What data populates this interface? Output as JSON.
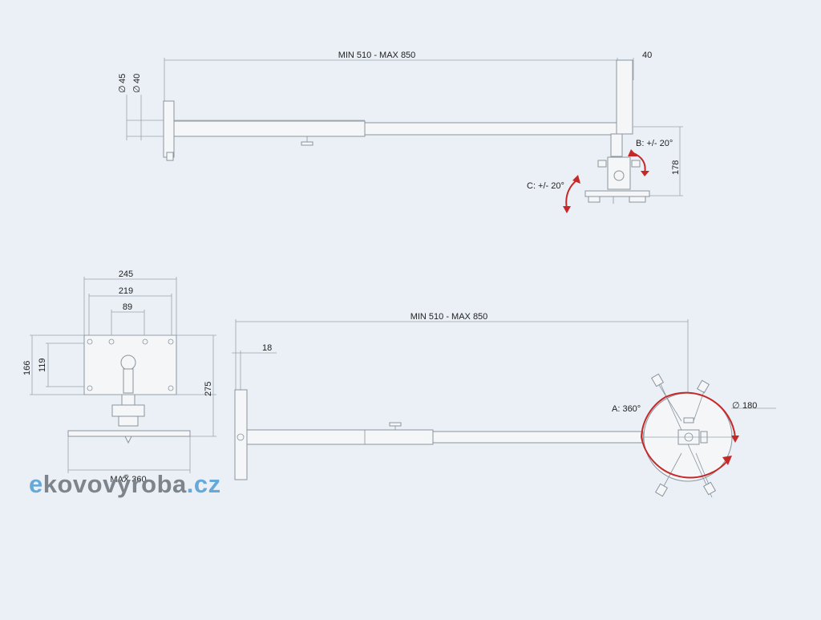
{
  "dimensions": {
    "side_length": "MIN 510 - MAX 850",
    "side_top_gap": "40",
    "dia45": "45",
    "dia40": "40",
    "height178": "178",
    "bottom_length": "MIN 510 - MAX 850",
    "dim18": "18",
    "dim245": "245",
    "dim219": "219",
    "dim89": "89",
    "dim166": "166",
    "dim119": "119",
    "dim275": "275",
    "max360": "MAX 360",
    "dia180": "180"
  },
  "rotations": {
    "a": "A: 360°",
    "b": "B: +/- 20°",
    "c": "C: +/- 20°"
  },
  "symbols": {
    "diameter": "∅"
  },
  "colors": {
    "background": "#eaf0f6",
    "rotation_arrow": "#c62828",
    "logo_blue": "#66a8d8",
    "logo_gray": "#7d848c"
  },
  "logo": {
    "e": "e",
    "main": "kovovýroba",
    "tld": ".cz"
  }
}
